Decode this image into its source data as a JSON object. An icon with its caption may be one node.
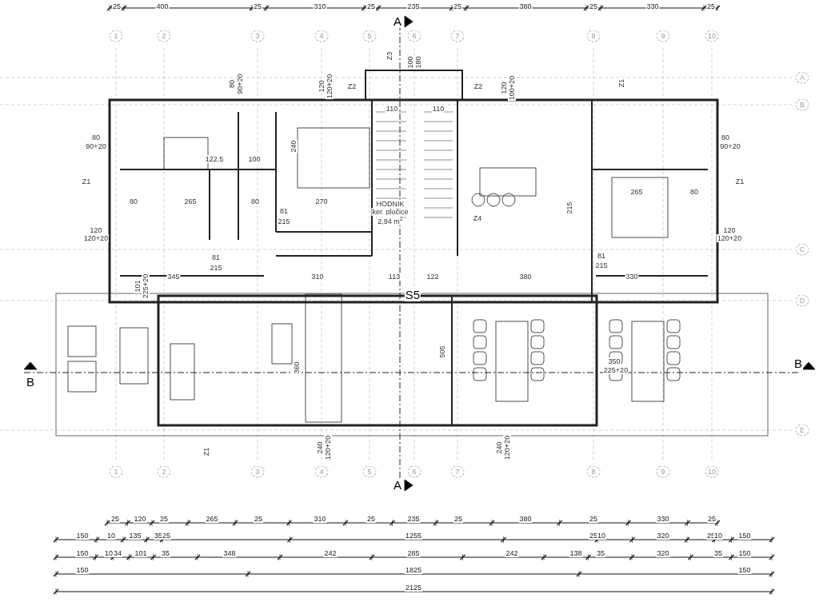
{
  "diagram": {
    "labels": [
      "25",
      "400",
      "25",
      "310",
      "25",
      "235",
      "25",
      "380",
      "25",
      "330",
      "25",
      "A",
      "1",
      "2",
      "3",
      "4",
      "5",
      "6",
      "7",
      "8",
      "9",
      "10",
      "A",
      "B",
      "C",
      "D",
      "E",
      "Z3",
      "100",
      "180",
      "80",
      "90+20",
      "120",
      "120+20",
      "Z2",
      "Z2",
      "120",
      "100+20",
      "Z1",
      "110",
      "110",
      "80",
      "90+20",
      "80",
      "90+20",
      "240",
      "122.5",
      "100",
      "Z1",
      "Z1",
      "80",
      "265",
      "80",
      "270",
      "265",
      "80",
      "215",
      "HODNIK",
      "ker. pločice",
      "2,94 m$^{2}$",
      "Z4",
      "120",
      "120+20",
      "120",
      "120+20",
      "81",
      "215",
      "81",
      "215",
      "81",
      "215",
      "345",
      "310",
      "113",
      "122",
      "380",
      "330",
      "S5",
      "101",
      "225+20",
      "505",
      "360",
      "B",
      "B",
      "350",
      "225+20",
      "240",
      "120+20",
      "240",
      "120+20",
      "Z1",
      "1",
      "2",
      "3",
      "4",
      "5",
      "6",
      "7",
      "8",
      "9",
      "10",
      "A",
      "25",
      "120",
      "25",
      "265",
      "25",
      "310",
      "25",
      "235",
      "25",
      "380",
      "25",
      "330",
      "25",
      "150",
      "10",
      "135",
      "35",
      "25",
      "1255",
      "25",
      "10",
      "320",
      "25",
      "10",
      "150",
      "150",
      "10",
      "34",
      "101",
      "35",
      "348",
      "242",
      "285",
      "242",
      "138",
      "35",
      "320",
      "35",
      "150",
      "150",
      "1825",
      "150",
      "2125"
    ]
  }
}
